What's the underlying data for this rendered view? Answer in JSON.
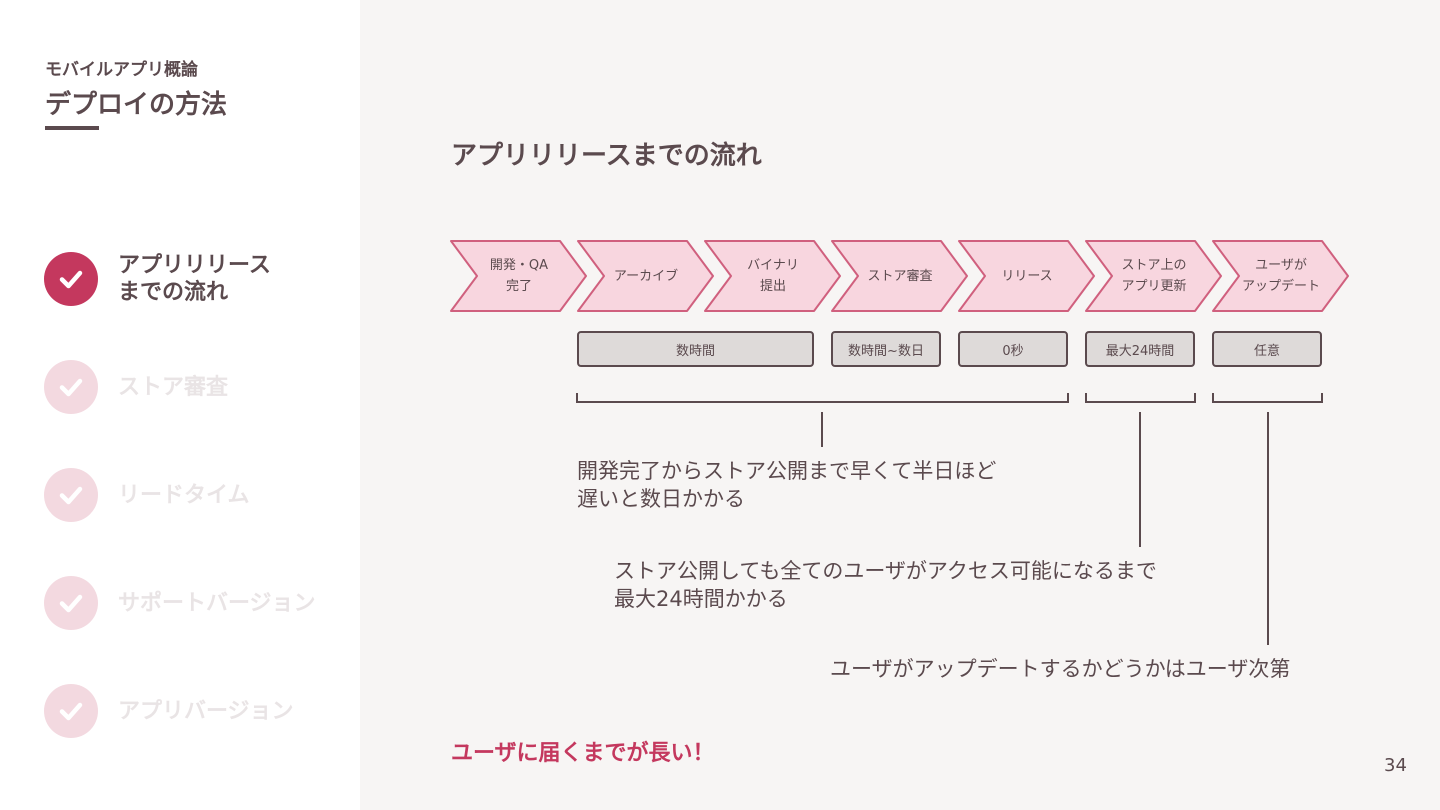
{
  "sidebar": {
    "course": "モバイルアプリ概論",
    "section_title": "デプロイの方法",
    "toc": [
      {
        "line1": "アプリリリース",
        "line2": "までの流れ",
        "active": true
      },
      {
        "line1": "ストア審査",
        "line2": "",
        "active": false
      },
      {
        "line1": "リードタイム",
        "line2": "",
        "active": false
      },
      {
        "line1": "サポートバージョン",
        "line2": "",
        "active": false
      },
      {
        "line1": "アプリバージョン",
        "line2": "",
        "active": false
      }
    ]
  },
  "main": {
    "heading": "アプリリリースまでの流れ",
    "steps": [
      {
        "line1": "開発・QA",
        "line2": "完了"
      },
      {
        "line1": "アーカイブ",
        "line2": ""
      },
      {
        "line1": "バイナリ",
        "line2": "提出"
      },
      {
        "line1": "ストア審査",
        "line2": ""
      },
      {
        "line1": "リリース",
        "line2": ""
      },
      {
        "line1": "ストア上の",
        "line2": "アプリ更新"
      },
      {
        "line1": "ユーザが",
        "line2": "アップデート"
      }
    ],
    "durations": [
      "数時間",
      "数時間~数日",
      "0秒",
      "最大24時間",
      "任意"
    ],
    "notes": {
      "note1_line1": "開発完了からストア公開まで早くて半日ほど",
      "note1_line2": "遅いと数日かかる",
      "note2_line1": "ストア公開しても全てのユーザがアクセス可能になるまで",
      "note2_line2": "最大24時間かかる",
      "note3": "ユーザがアップデートするかどうかはユーザ次第"
    },
    "emphasis": "ユーザに届くまでが長い！",
    "page_number": "34"
  },
  "colors": {
    "accent": "#c4385e",
    "text": "#5b4a4e",
    "chevron_fill": "#f8d6df",
    "chevron_stroke": "#d0607e",
    "duration_fill": "#dedad9",
    "inactive_check": "#f3d9e0",
    "main_bg": "#f7f5f4"
  },
  "icons": {
    "toc_marker": "check-circle-icon"
  }
}
